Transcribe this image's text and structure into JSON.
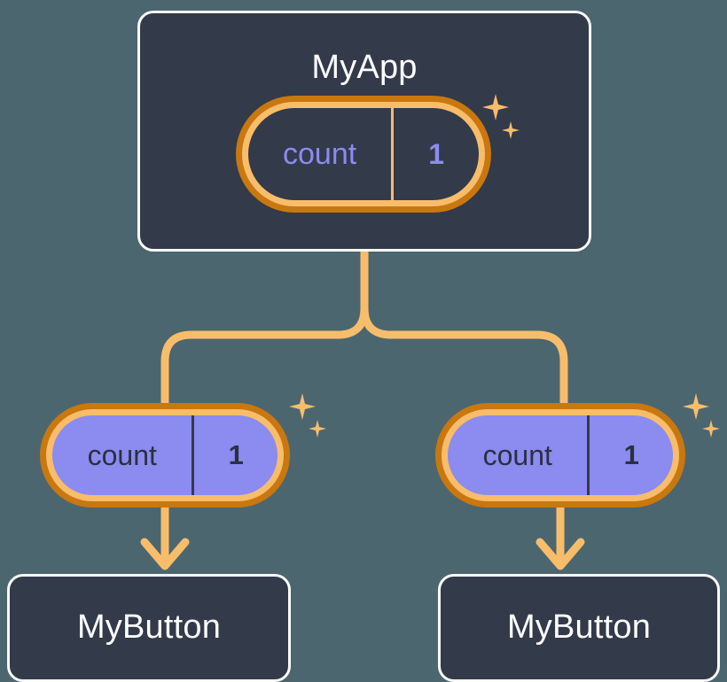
{
  "diagram": {
    "type": "component-tree",
    "background_color": "#4c6670",
    "accent_color": "#f8bd6a",
    "accent_dark_color": "#c9770f",
    "card_color": "#333a4a",
    "state_color": "#8b8bf0",
    "nodes": [
      {
        "id": "myapp",
        "label": "MyApp",
        "kind": "component-card",
        "state": {
          "key": "count",
          "value": "1",
          "style": "dark",
          "sparkles": 2
        }
      },
      {
        "id": "mybutton-left",
        "label": "MyButton",
        "kind": "component-card",
        "state": {
          "key": "count",
          "value": "1",
          "style": "purple",
          "sparkles": 2
        }
      },
      {
        "id": "mybutton-right",
        "label": "MyButton",
        "kind": "component-card",
        "state": {
          "key": "count",
          "value": "1",
          "style": "purple",
          "sparkles": 2
        }
      }
    ],
    "edges": [
      {
        "from": "myapp",
        "to": "state-left",
        "style": "branch"
      },
      {
        "from": "myapp",
        "to": "state-right",
        "style": "branch"
      },
      {
        "from": "state-left",
        "to": "mybutton-left",
        "style": "arrow"
      },
      {
        "from": "state-right",
        "to": "mybutton-right",
        "style": "arrow"
      }
    ]
  },
  "myapp": {
    "title": "MyApp",
    "state": {
      "key": "count",
      "value": "1"
    }
  },
  "left": {
    "state": {
      "key": "count",
      "value": "1"
    },
    "title": "MyButton"
  },
  "right": {
    "state": {
      "key": "count",
      "value": "1"
    },
    "title": "MyButton"
  }
}
